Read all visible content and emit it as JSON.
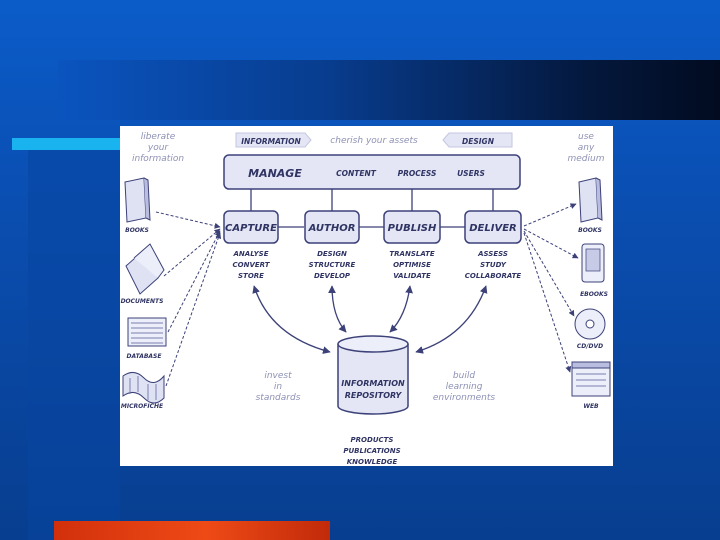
{
  "slide": {
    "colors": {
      "background": "#0a4aa8",
      "accent_cyan": "#19b3f0",
      "accent_red": "#e0400f",
      "diagram_line": "#3c4178",
      "box_fill": "#e4e6f6"
    }
  },
  "diagram": {
    "top_left_note": [
      "liberate",
      "your",
      "information"
    ],
    "top_right_note": [
      "use",
      "any",
      "medium"
    ],
    "arrow_left_label": "INFORMATION",
    "arrow_center_label": "cherish your assets",
    "arrow_right_label": "DESIGN",
    "manage": {
      "title": "MANAGE",
      "items": [
        "CONTENT",
        "PROCESS",
        "USERS"
      ]
    },
    "stages": [
      {
        "title": "CAPTURE",
        "lines": [
          "ANALYSE",
          "CONVERT",
          "STORE"
        ]
      },
      {
        "title": "AUTHOR",
        "lines": [
          "DESIGN",
          "STRUCTURE",
          "DEVELOP"
        ]
      },
      {
        "title": "PUBLISH",
        "lines": [
          "TRANSLATE",
          "OPTIMISE",
          "VALIDATE"
        ]
      },
      {
        "title": "DELIVER",
        "lines": [
          "ASSESS",
          "STUDY",
          "COLLABORATE"
        ]
      }
    ],
    "sources": [
      "BOOKS",
      "DOCUMENTS",
      "DATABASE",
      "MICROFICHE"
    ],
    "outputs": [
      "BOOKS",
      "EBOOKS",
      "CD/DVD",
      "WEB"
    ],
    "repository": [
      "INFORMATION",
      "REPOSITORY"
    ],
    "left_note": [
      "invest",
      "in",
      "standards"
    ],
    "right_note": [
      "build",
      "learning",
      "environments"
    ],
    "bottom": [
      "PRODUCTS",
      "PUBLICATIONS",
      "KNOWLEDGE"
    ]
  }
}
